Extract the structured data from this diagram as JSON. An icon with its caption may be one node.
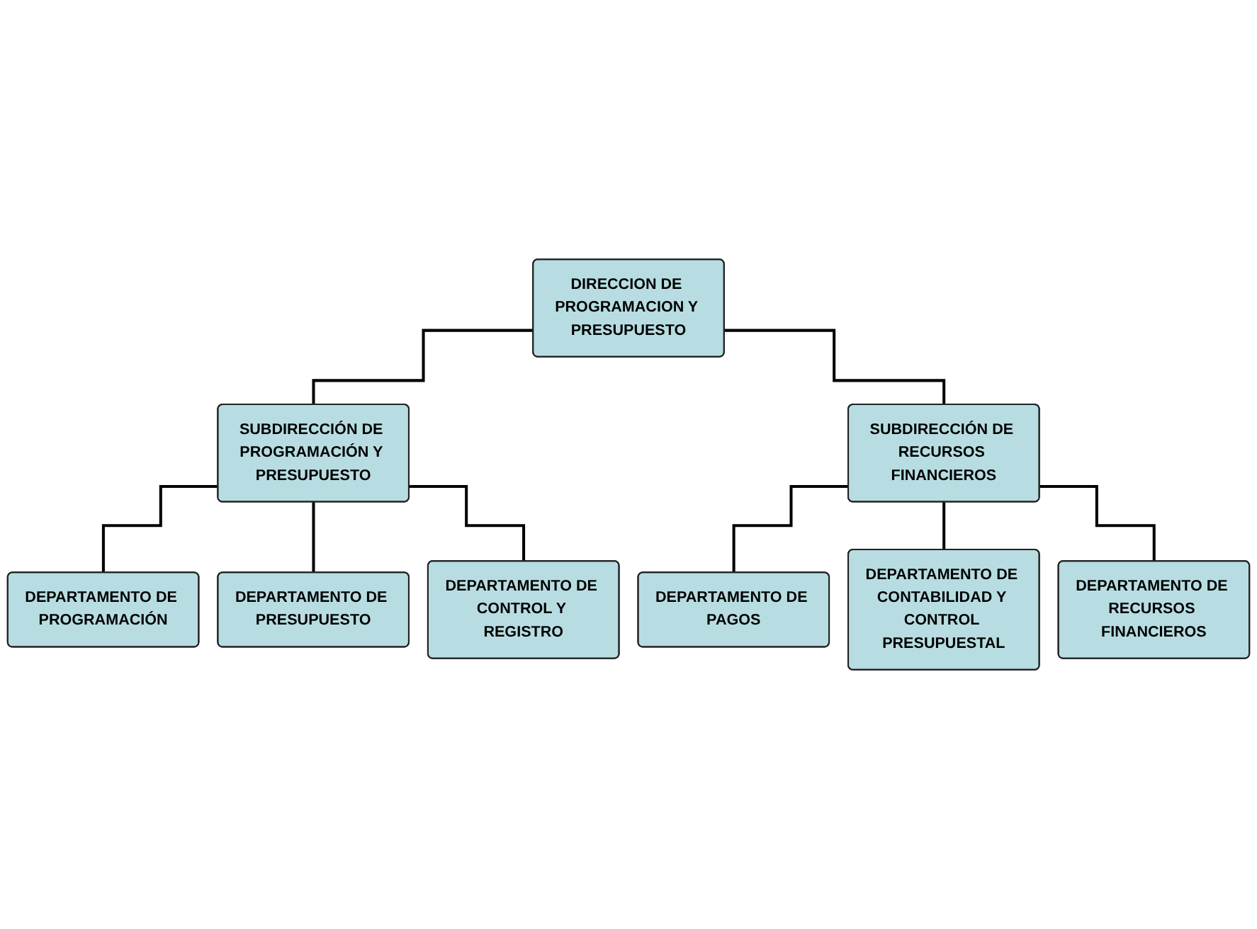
{
  "diagram": {
    "nodes": [
      {
        "text": [
          "DIRECCION DE PROGRAMACION Y PRESUPUESTO"
        ]
      },
      {
        "text": [
          "SUBDIRECCIÓN DE PROGRAMACIÓN Y PRESUPUESTO"
        ]
      },
      {
        "text": [
          "SUBDIRECCIÓN DE RECURSOS FINANCIEROS"
        ]
      },
      {
        "text": [
          "DEPARTAMENTO DE PROGRAMACIÓN"
        ]
      },
      {
        "text": [
          "DEPARTAMENTO DE PRESUPUESTO"
        ]
      },
      {
        "text": [
          "DEPARTAMENTO DE CONTROL Y REGISTRO"
        ]
      },
      {
        "text": [
          "DEPARTAMENTO DE PAGOS"
        ]
      },
      {
        "text": [
          "DEPARTAMENTO DE CONTABILIDAD Y CONTROL PRESUPUESTAL"
        ]
      },
      {
        "text": [
          "DEPARTAMENTO DE RECURSOS FINANCIEROS"
        ]
      }
    ],
    "edges": [
      {
        "from": 0,
        "to": 1,
        "arrow": "none"
      },
      {
        "from": 0,
        "to": 2,
        "arrow": "none"
      },
      {
        "from": 1,
        "to": 3,
        "arrow": "none"
      },
      {
        "from": 1,
        "to": 4,
        "arrow": "none"
      },
      {
        "from": 1,
        "to": 5,
        "arrow": "none"
      },
      {
        "from": 2,
        "to": 6,
        "arrow": "none"
      },
      {
        "from": 2,
        "to": 7,
        "arrow": "none"
      },
      {
        "from": 2,
        "to": 8,
        "arrow": "none"
      }
    ]
  }
}
